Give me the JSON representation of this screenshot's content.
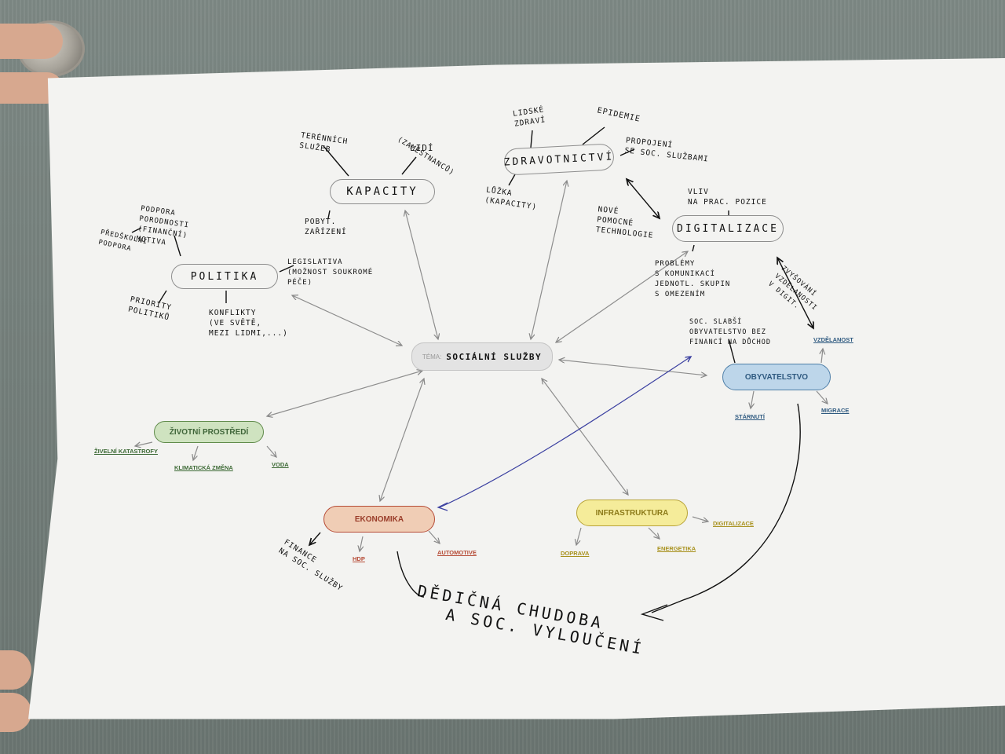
{
  "center": {
    "label": "TÉMA:",
    "title": "SOCIÁLNÍ SLUŽBY"
  },
  "printed_nodes": {
    "zivotni": "ŽIVOTNÍ PROSTŘEDÍ",
    "ekonomika": "EKONOMIKA",
    "infrastruktura": "INFRASTRUKTURA",
    "obyvatelstvo": "OBYVATELSTVO"
  },
  "printed_subs": {
    "zivelni": "ŽIVELNÍ KATASTROFY",
    "klimaticka": "KLIMATICKÁ ZMĚNA",
    "voda": "VODA",
    "hdp": "HDP",
    "automotive": "AUTOMOTIVE",
    "doprava": "DOPRAVA",
    "energetika": "ENERGETIKA",
    "digitalizace_sub": "DIGITALIZACE",
    "vzdelanost": "VZDĚLANOST",
    "starnuti": "STÁRNUTÍ",
    "migrace": "MIGRACE"
  },
  "hand_nodes": {
    "kapacity": "KAPACITY",
    "zdravotnictvi": "ZDRAVOTNICTVÍ",
    "digitalizace": "DIGITALIZACE",
    "politika": "POLITIKA"
  },
  "notes": {
    "terennich": "TERÉNNÍCH\nSLUŽEB",
    "lidi": "LIDÍ",
    "zamestnanci": "(ZAMĚSTNANCŮ)",
    "pobyt": "POBYT.\nZAŘÍZENÍ",
    "lidske": "LIDSKÉ\nZDRAVÍ",
    "epidemie": "EPIDEMIE",
    "propojeni": "PROPOJENÍ\nSE SOC. SLUŽBAMI",
    "luzka": "LŮŽKA\n(KAPACITY)",
    "vliv": "VLIV\nNA PRAC. POZICE",
    "nove": "NOVÉ\nPOMOCNÉ\nTECHNOLOGIE",
    "problemy": "PROBLÉMY\nS KOMUNIKACÍ\nJEDNOTL. SKUPIN\nS OMEZENÍM",
    "zvysovani": "ZVYŠOVÁNÍ\nVZDĚLANOSTI\nV DIGIT.",
    "podpora": "PODPORA\nPORODNOSTI\n(FINANČNÍ)\nMOTIVA",
    "predskolni": "PŘEDŠKOLNÍ\nPODPORA",
    "legislativa": "LEGISLATIVA\n(MOŽNOST SOUKROMÉ\nPÉČE)",
    "priority": "PRIORITY\nPOLITIKŮ",
    "konflikty": "KONFLIKTY\n(VE SVĚTĚ,\nMEZI LIDMI,...)",
    "soc_slabsi": "SOC. SLABŠÍ\nOBYVATELSTVO BEZ\nFINANCÍ NA DŮCHOD",
    "finance": "FINANCE\nNA SOC. SLUŽBY",
    "dedicna1": "DĚDIČNÁ CHUDOBA",
    "dedicna2": "A SOC. VYLOUČENÍ"
  },
  "colors": {
    "paper": "#f3f3f1",
    "green": "#cfe3c0",
    "green_border": "#5f8a4a",
    "orange": "#f0cdb5",
    "orange_border": "#b64b36",
    "yellow": "#f5ec9a",
    "yellow_border": "#b8a337",
    "blue": "#bdd6ea",
    "blue_border": "#4f7fa8",
    "center": "#e3e3e3",
    "pen_blue": "#3a3fa0"
  }
}
